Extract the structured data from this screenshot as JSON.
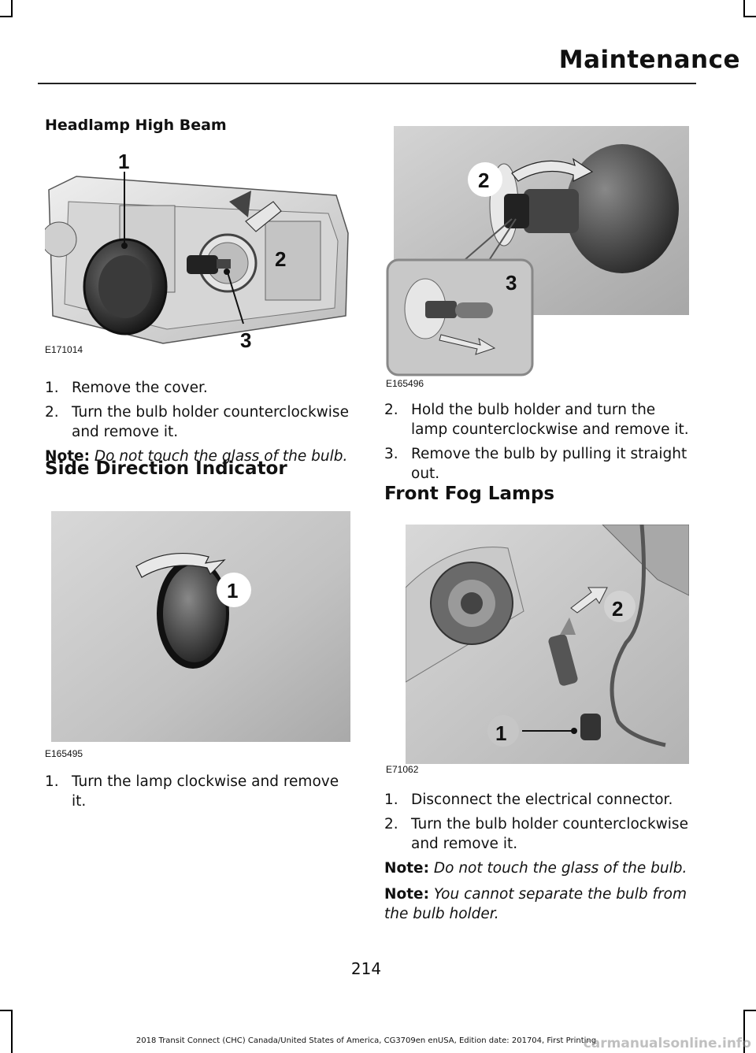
{
  "header": {
    "title": "Maintenance"
  },
  "left": {
    "heading1": "Headlamp High Beam",
    "fig1": {
      "code": "E171014",
      "callouts": [
        "1",
        "2",
        "3"
      ]
    },
    "steps1": [
      {
        "n": "1.",
        "text": "Remove the cover."
      },
      {
        "n": "2.",
        "text": "Turn the bulb holder counterclockwise and remove it."
      }
    ],
    "note1": {
      "label": "Note:",
      "text": "Do not touch the glass of the bulb."
    },
    "heading2": "Side Direction Indicator",
    "fig2": {
      "code": "E165495",
      "callouts": [
        "1"
      ]
    },
    "steps2": [
      {
        "n": "1.",
        "text": "Turn the lamp clockwise and remove it."
      }
    ]
  },
  "right": {
    "fig3": {
      "code": "E165496",
      "callouts": [
        "2",
        "3"
      ]
    },
    "steps3": [
      {
        "n": "2.",
        "text": "Hold the bulb holder and turn the lamp counterclockwise and remove it."
      },
      {
        "n": "3.",
        "text": "Remove the bulb by pulling it straight out."
      }
    ],
    "heading3": "Front Fog Lamps",
    "fig4": {
      "code": "E71062",
      "callouts": [
        "2",
        "1"
      ]
    },
    "steps4": [
      {
        "n": "1.",
        "text": "Disconnect the electrical connector."
      },
      {
        "n": "2.",
        "text": "Turn the bulb holder counterclockwise and remove it."
      }
    ],
    "note2": {
      "label": "Note:",
      "text": "Do not touch the glass of the bulb."
    },
    "note3": {
      "label": "Note:",
      "text": "You cannot separate the bulb from the bulb holder."
    }
  },
  "page_number": "214",
  "footer_text": "2018 Transit Connect (CHC) Canada/United States of America, CG3709en enUSA, Edition date: 201704, First Printing",
  "watermark": "carmanualsonline.info"
}
